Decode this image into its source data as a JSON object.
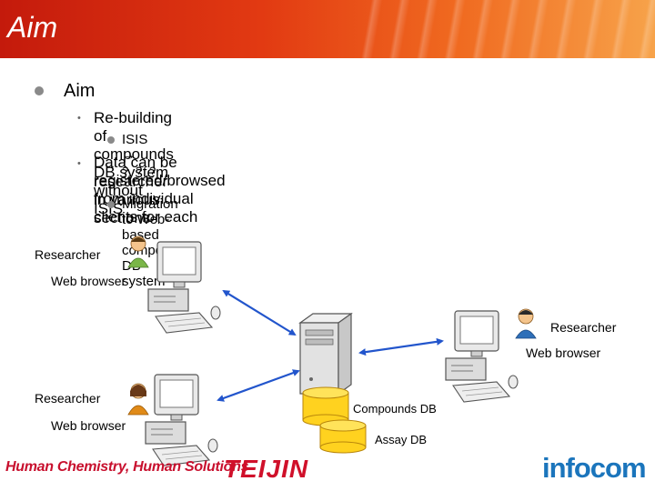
{
  "header": {
    "title": "Aim"
  },
  "bullets": {
    "level1": "Aim",
    "item1": "Re-building of compounds DB system without ISIS",
    "item1_sub": "ISIS → ？？？",
    "item2_line1": "Data can be registered/browsed from individual clients for each",
    "item2_line2": "researcher in various sections",
    "item2_sub": "Migration to Web-based compound DB system"
  },
  "diagram": {
    "client_top_left": {
      "role": "Researcher",
      "app": "Web browser"
    },
    "client_right": {
      "role": "Researcher",
      "app": "Web browser"
    },
    "client_bottom_left": {
      "role": "Researcher",
      "app": "Web browser"
    },
    "db_compounds": "Compounds DB",
    "db_assay": "Assay DB",
    "colors": {
      "arrow": "#2255cc",
      "db_fill": "#ffd21f"
    }
  },
  "footer": {
    "tagline": "Human Chemistry, Human Solutions",
    "teijin_logo": "TEIJIN",
    "infocom_logo": "infocom"
  }
}
